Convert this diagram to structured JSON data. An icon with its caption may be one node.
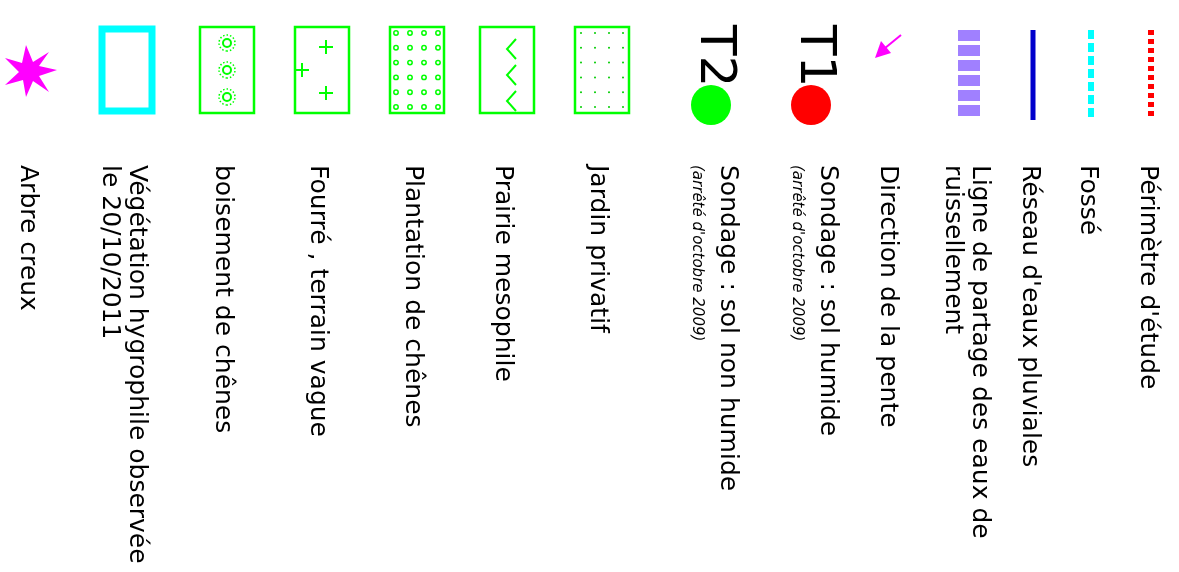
{
  "diagram": {
    "legend": [
      {
        "text": "Périmètre d'étude"
      },
      {
        "text": "Fossé"
      },
      {
        "text": "Réseau d'eaux pluviales"
      },
      {
        "text": "Ligne de partage des eaux de ruissellement"
      },
      {
        "text": "Direction de la pente"
      },
      {
        "text": "Sondage : sol humide",
        "color": "#ff0000"
      },
      {
        "text": "Sondage : sol non humide",
        "color": "#00ff00"
      },
      {
        "text": "Jardin privatif"
      },
      {
        "text": "Prairie mesophile"
      },
      {
        "text": "Plantation de chênes"
      },
      {
        "text": "Fourré , terrain vague"
      },
      {
        "text": "boisement de chênes"
      },
      {
        "text": "Végétation hygrophile observée le 20/10/2011"
      },
      {
        "text": "Arbre creux"
      }
    ],
    "labels": [
      "T1",
      "(arrêté d'octobre 2009)",
      "T2",
      "(arrêté d'octobre 2009)"
    ]
  }
}
